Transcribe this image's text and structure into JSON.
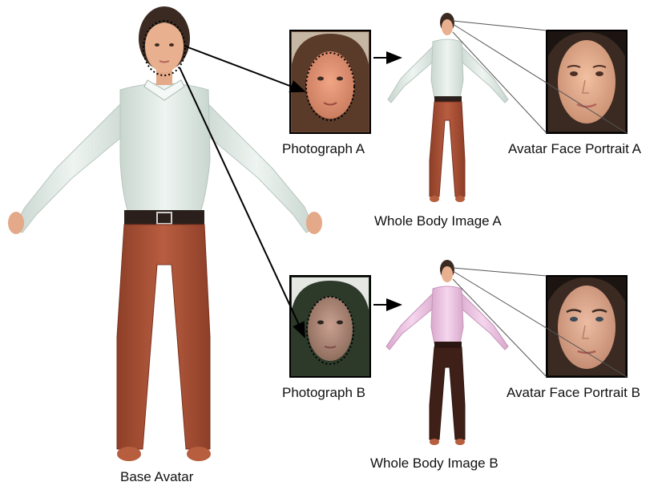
{
  "labels": {
    "base_avatar": "Base Avatar",
    "photo_a": "Photograph A",
    "photo_b": "Photograph B",
    "body_a": "Whole Body Image A",
    "body_b": "Whole Body Image B",
    "portrait_a": "Avatar Face Portrait A",
    "portrait_b": "Avatar Face Portrait B"
  },
  "colors": {
    "skin": "#e8b08f",
    "hair_dark": "#3a2a22",
    "shirt_white": "#e6eeea",
    "shirt_pink": "#efc8e6",
    "pants_rust": "#a9543a",
    "pants_dark": "#3f2018",
    "photo_a_bg": "#6b4a35",
    "photo_b_bg": "#2e3a2c"
  }
}
